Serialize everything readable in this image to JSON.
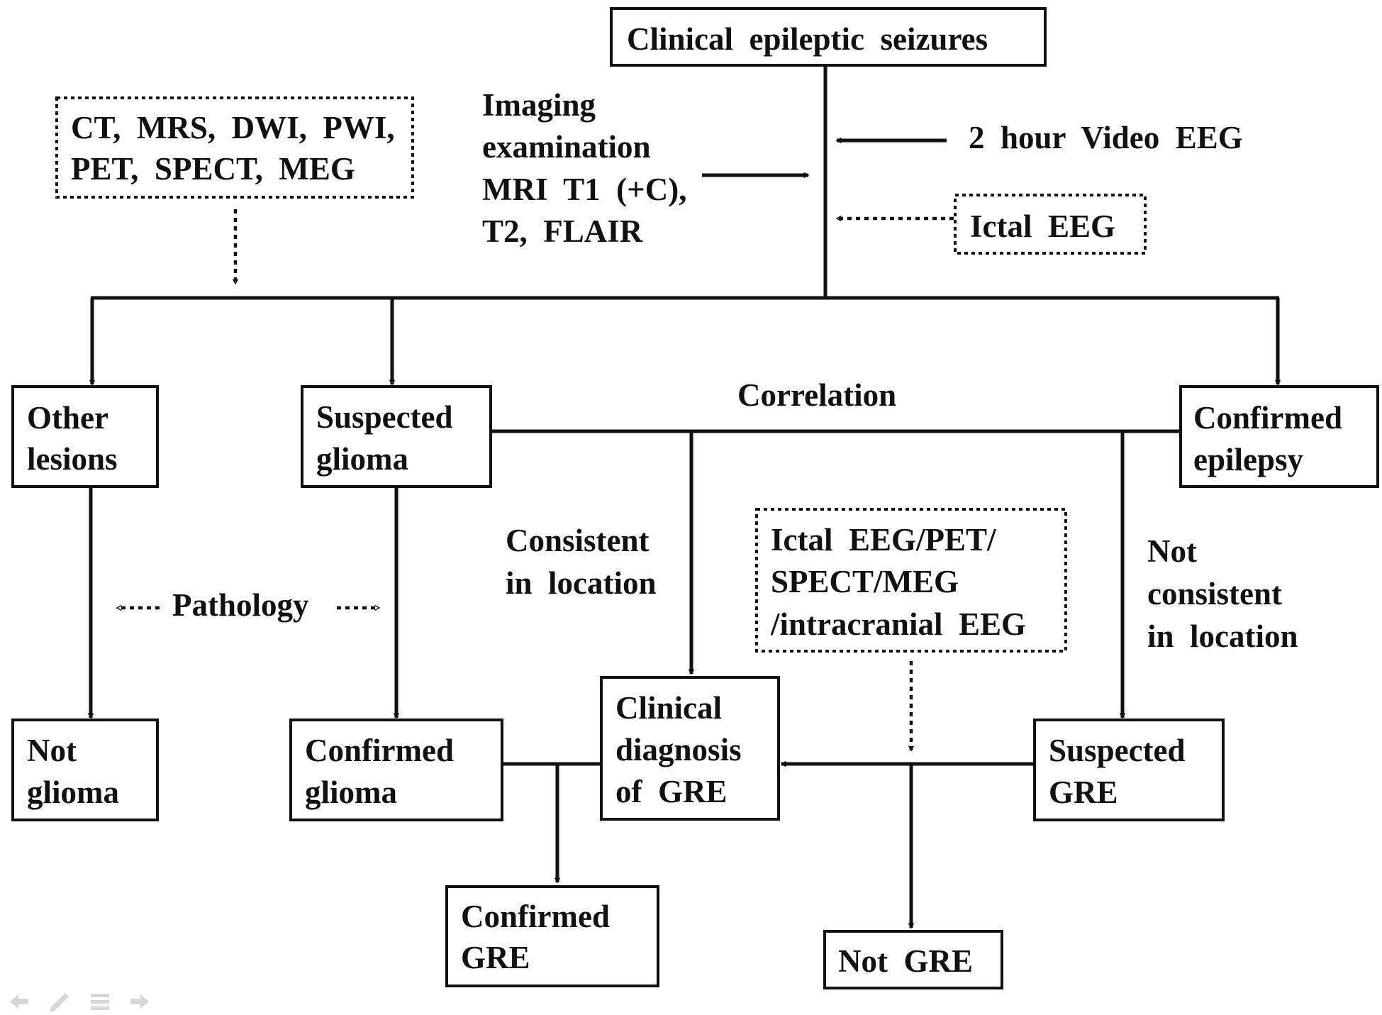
{
  "nodes": {
    "seizures": "Clinical  epileptic  seizures",
    "imaging_other": [
      "CT,  MRS,  DWI,  PWI,",
      "PET,  SPECT,  MEG"
    ],
    "imaging_exam": [
      "Imaging",
      "examination",
      "MRI  T1  (+C),",
      "T2,  FLAIR"
    ],
    "video_eeg": "2  hour  Video  EEG",
    "ictal_eeg": "Ictal  EEG",
    "other_lesions": [
      "Other",
      "lesions"
    ],
    "suspected_glioma": [
      "Suspected",
      "glioma"
    ],
    "confirmed_epilepsy": [
      "Confirmed",
      "epilepsy"
    ],
    "not_glioma": [
      "Not",
      "glioma"
    ],
    "confirmed_glioma": [
      "Confirmed",
      "glioma"
    ],
    "clinical_diagnosis_gre": [
      "Clinical",
      "diagnosis",
      "of  GRE"
    ],
    "suspected_gre": [
      "Suspected",
      "GRE"
    ],
    "confirmed_gre": [
      "Confirmed",
      "GRE"
    ],
    "not_gre": "Not  GRE",
    "further_tests": [
      "Ictal  EEG/PET/",
      "SPECT/MEG",
      "/intracranial  EEG"
    ]
  },
  "labels": {
    "correlation": "Correlation",
    "pathology": "Pathology",
    "consistent": [
      "Consistent",
      "in  location"
    ],
    "not_consistent": [
      "Not",
      "consistent",
      "in  location"
    ]
  },
  "nav_icons": [
    "prev-arrow-icon",
    "pen-icon",
    "menu-icon",
    "next-arrow-icon"
  ]
}
